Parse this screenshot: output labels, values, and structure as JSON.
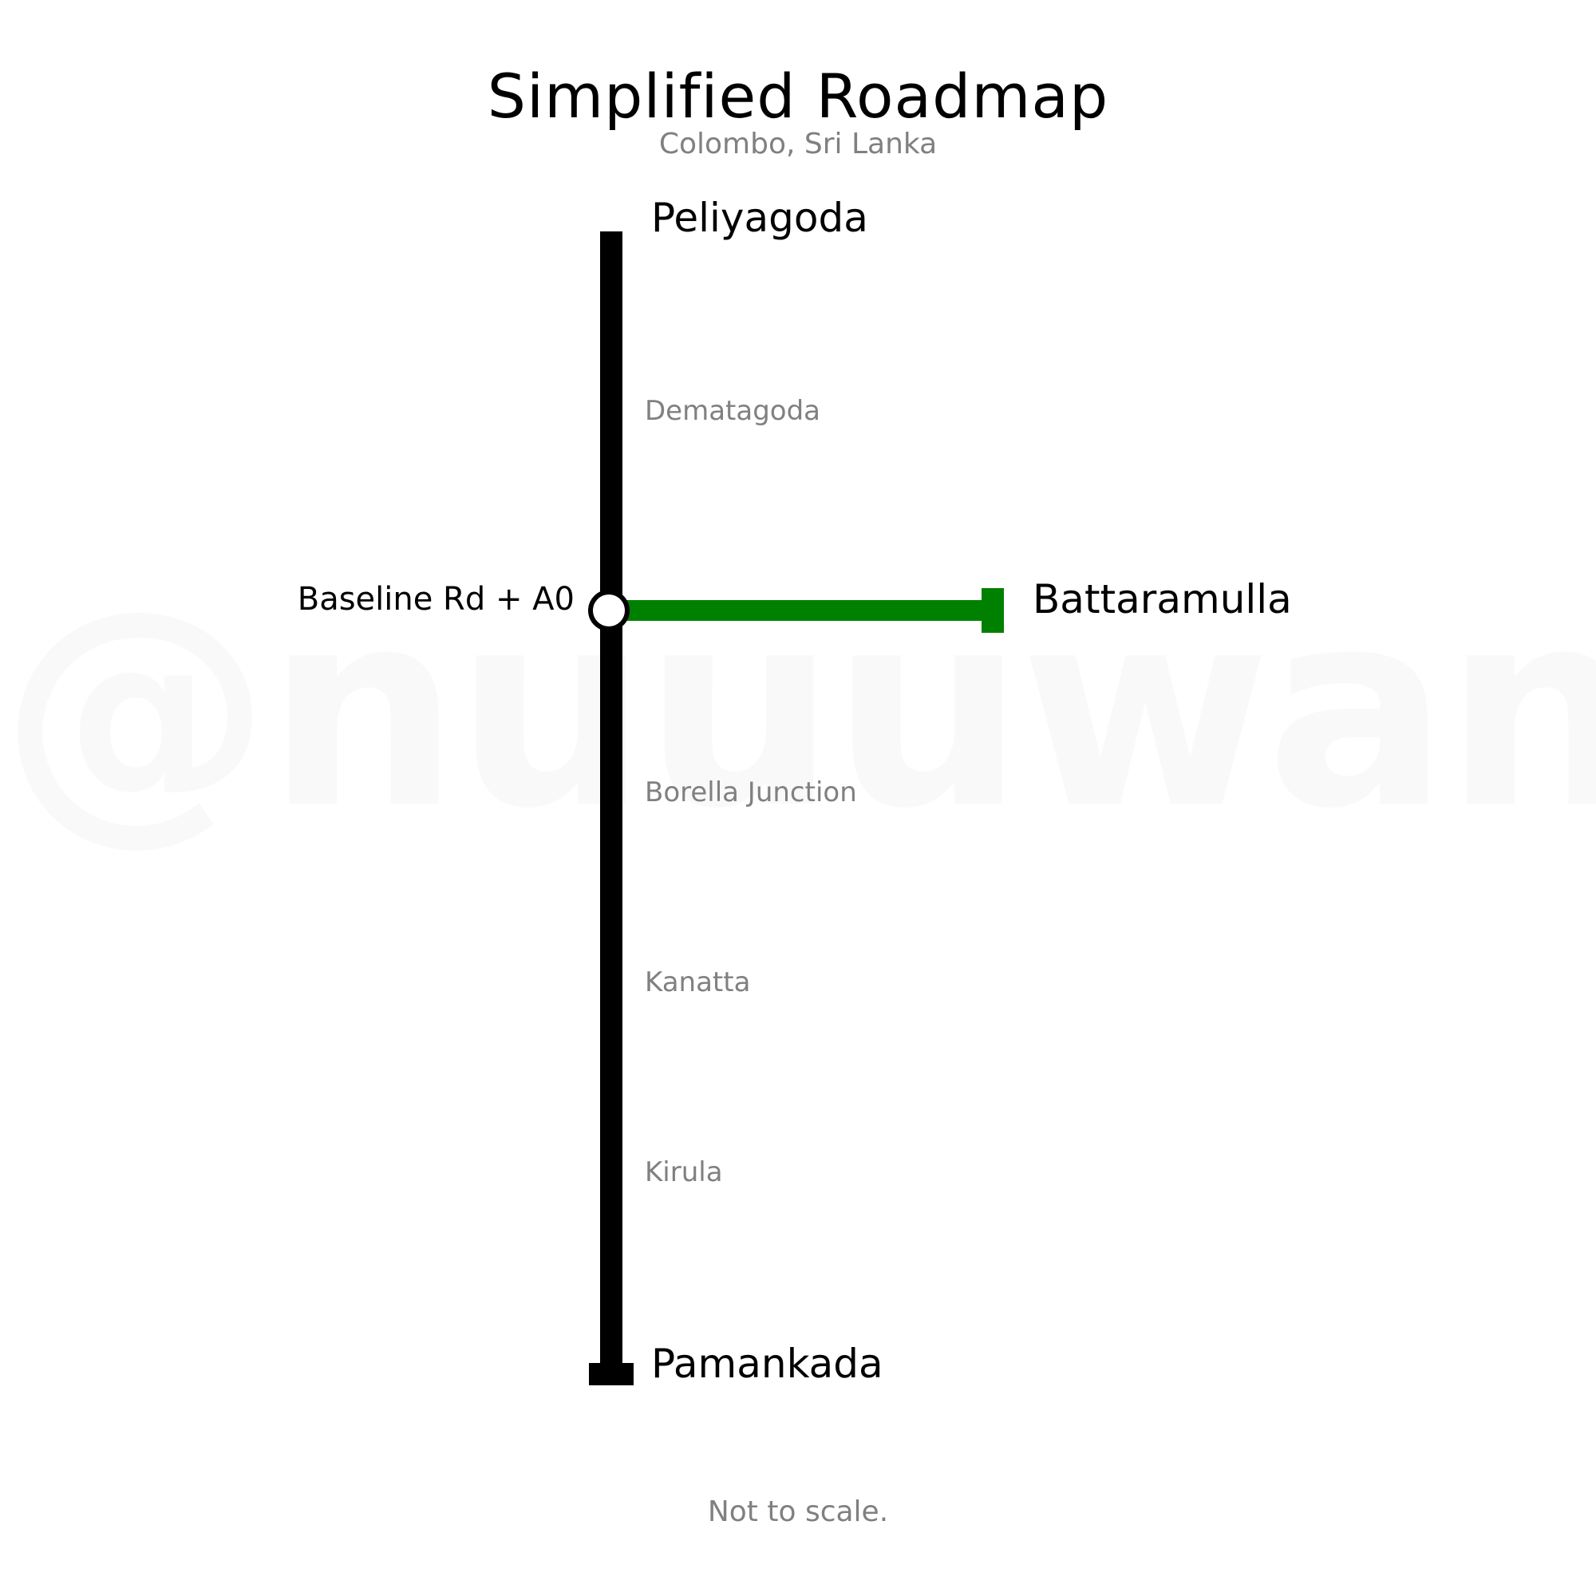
{
  "map": {
    "title": "Simplified Roadmap",
    "subtitle": "Colombo, Sri Lanka",
    "watermark": "@nuuuwan",
    "footnote": "Not to scale."
  },
  "lines": {
    "main": {
      "color": "#000000",
      "start": "Peliyagoda",
      "end": "Pamankada",
      "stops": [
        "Dematagoda",
        "Borella Junction",
        "Kanatta",
        "Kirula"
      ]
    },
    "branch": {
      "color": "#008000",
      "end": "Battaramulla"
    },
    "junction": {
      "label": "Baseline Rd + A0"
    }
  }
}
